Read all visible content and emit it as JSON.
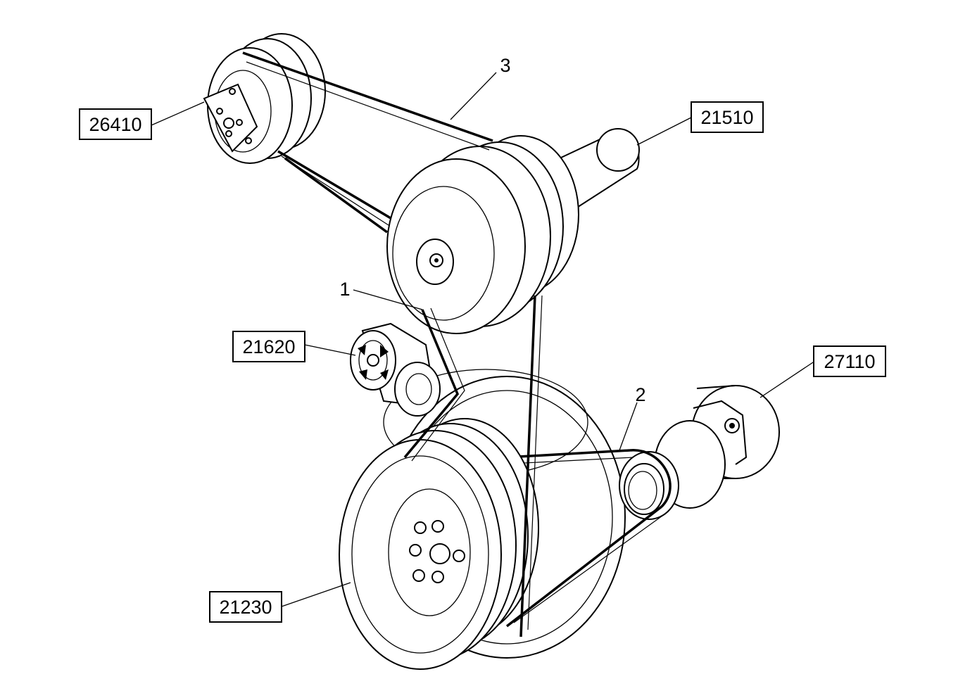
{
  "callouts": {
    "air_compressor": "26410",
    "alternator": "21510",
    "tensioner": "21620",
    "crank_pulley": "21230",
    "water_pump": "27110"
  },
  "belts": {
    "belt_1": "1",
    "belt_2": "2",
    "belt_3": "3"
  }
}
